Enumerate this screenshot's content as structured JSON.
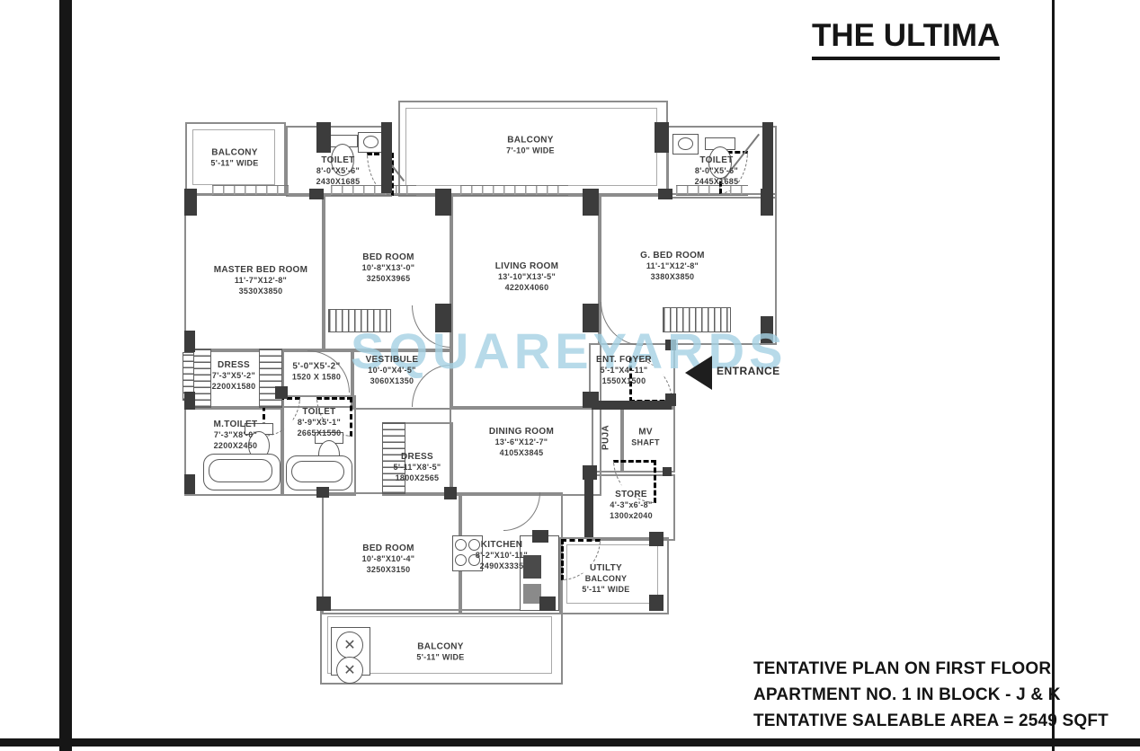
{
  "title": "THE ULTIMA",
  "watermark": "SQUAREYARDS",
  "entrance": "ENTRANCE",
  "footer": {
    "line1": "TENTATIVE PLAN ON FIRST FLOOR",
    "line2": "APARTMENT NO. 1 IN BLOCK -  J &  K",
    "line3": "TENTATIVE SALEABLE AREA = 2549 SQFT"
  },
  "rooms": {
    "balcony_top_left": {
      "lines": [
        "BALCONY",
        "5'-11\" WIDE"
      ]
    },
    "toilet_top_left": {
      "lines": [
        "TOILET",
        "8'-0\"X5'-6\"",
        "2430X1685"
      ]
    },
    "balcony_top": {
      "lines": [
        "BALCONY",
        "7'-10\" WIDE"
      ]
    },
    "toilet_top_right": {
      "lines": [
        "TOILET",
        "8'-0\"X5'-6\"",
        "2445X1685"
      ]
    },
    "master_bed_room": {
      "lines": [
        "MASTER BED ROOM",
        "11'-7\"X12'-8\"",
        "3530X3850"
      ]
    },
    "bed_room_top": {
      "lines": [
        "BED ROOM",
        "10'-8\"X13'-0\"",
        "3250X3965"
      ]
    },
    "living_room": {
      "lines": [
        "LIVING ROOM",
        "13'-10\"X13'-5\"",
        "4220X4060"
      ]
    },
    "g_bed_room": {
      "lines": [
        "G. BED ROOM",
        "11'-1\"X12'-8\"",
        "3380X3850"
      ]
    },
    "dress_master": {
      "lines": [
        "DRESS",
        "7'-3\"X5'-2\"",
        "2200X1580"
      ]
    },
    "passage_small": {
      "lines": [
        "5'-0\"X5'-2\"",
        "1520 X 1580"
      ]
    },
    "vestibule": {
      "lines": [
        "VESTIBULE",
        "10'-0\"X4'-5\"",
        "3060X1350"
      ]
    },
    "ent_foyer": {
      "lines": [
        "ENT. FOYER",
        "5'-1\"X4'-11\"",
        "1550X1500"
      ]
    },
    "m_toilet": {
      "lines": [
        "M.TOILET",
        "7'-3\"X8'-0\"",
        "2200X2450"
      ]
    },
    "toilet_mid": {
      "lines": [
        "TOILET",
        "8'-9\"X5'-1\"",
        "2665X1550"
      ]
    },
    "dress_mid": {
      "lines": [
        "DRESS",
        "5'-11\"X8'-5\"",
        "1800X2565"
      ]
    },
    "dining_room": {
      "lines": [
        "DINING ROOM",
        "13'-6\"X12'-7\"",
        "4105X3845"
      ]
    },
    "puja": {
      "lines": [
        "PUJA"
      ]
    },
    "mv_shaft": {
      "lines": [
        "MV",
        "SHAFT"
      ]
    },
    "store": {
      "lines": [
        "STORE",
        "4'-3\"x6'-8\"",
        "1300x2040"
      ]
    },
    "bed_room_bottom": {
      "lines": [
        "BED ROOM",
        "10'-8\"X10'-4\"",
        "3250X3150"
      ]
    },
    "kitchen": {
      "lines": [
        "KITCHEN",
        "8'-2\"X10'-11\"",
        "2490X3335"
      ]
    },
    "utility_balcony": {
      "lines": [
        "UTILTY",
        "BALCONY",
        "5'-11\" WIDE"
      ]
    },
    "balcony_bottom": {
      "lines": [
        "BALCONY",
        "5'-11\" WIDE"
      ]
    }
  }
}
